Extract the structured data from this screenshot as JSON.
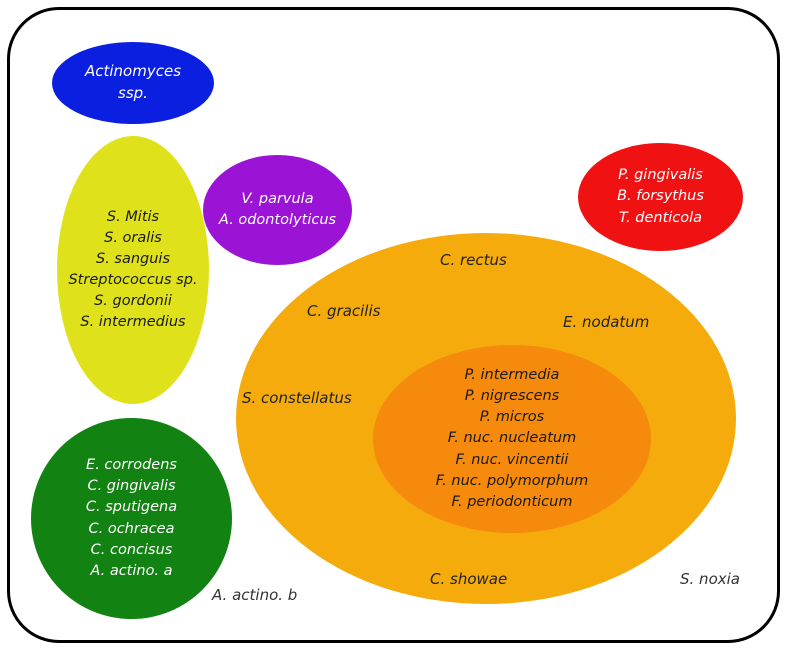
{
  "colors": {
    "blue": "#0a1fe0",
    "yellow": "#dfe21b",
    "green": "#128212",
    "purple": "#9b14d6",
    "red": "#f01212",
    "orange": "#f6ab0d",
    "orange_inner": "#f58a0c"
  },
  "blue_complex": {
    "lines": [
      "Actinomyces",
      "ssp."
    ]
  },
  "yellow_complex": {
    "lines": [
      "S. Mitis",
      "S. oralis",
      "S. sanguis",
      "Streptococcus sp.",
      "S. gordonii",
      "S. intermedius"
    ]
  },
  "green_complex": {
    "lines": [
      "E. corrodens",
      "C. gingivalis",
      "C. sputigena",
      "C. ochracea",
      "C. concisus",
      "A. actino. a"
    ]
  },
  "purple_complex": {
    "lines": [
      "V. parvula",
      "A. odontolyticus"
    ]
  },
  "red_complex": {
    "lines": [
      "P. gingivalis",
      "B. forsythus",
      "T. denticola"
    ]
  },
  "orange_complex": {
    "outer_labels": {
      "c_rectus": "C. rectus",
      "c_gracilis": "C. gracilis",
      "e_nodatum": "E. nodatum",
      "s_constellatus": "S. constellatus",
      "c_showae": "C. showae"
    },
    "core_lines": [
      "P. intermedia",
      "P. nigrescens",
      "P. micros",
      "F. nuc. nucleatum",
      "F. nuc. vincentii",
      "F. nuc. polymorphum",
      "F. periodonticum"
    ]
  },
  "unclustered": {
    "a_actino_b": "A. actino. b",
    "s_noxia": "S. noxia"
  }
}
